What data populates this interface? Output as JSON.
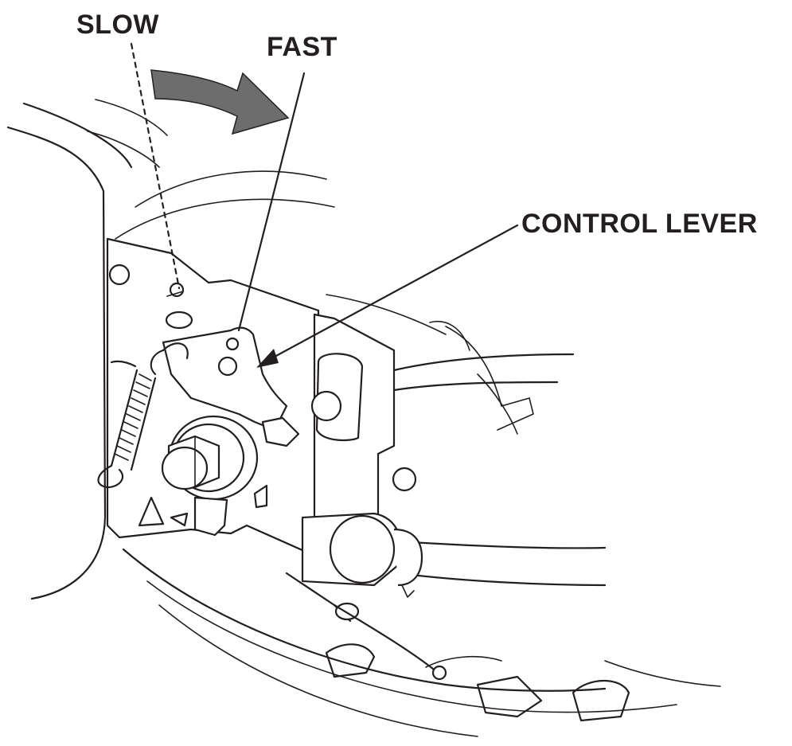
{
  "figure": {
    "labels": {
      "slow": "SLOW",
      "fast": "FAST",
      "control_lever": "CONTROL LEVER"
    },
    "colors": {
      "ink": "#231f20",
      "arrow_fill": "#6d6d6d",
      "background": "#ffffff"
    },
    "icons": {
      "direction_arrow": "curved-arrow-icon"
    }
  }
}
